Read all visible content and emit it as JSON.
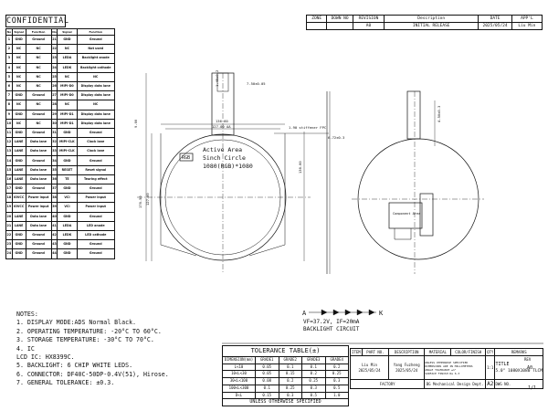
{
  "confidential": "CONFIDENTIAL",
  "revision_table": {
    "headers": [
      "ZONE",
      "DOWN NO",
      "REVISION",
      "Description",
      "DATE",
      "APP'L"
    ],
    "row": [
      "",
      "",
      "A0",
      "INITIAL RELEASE",
      "2025/05/24",
      "Liu Min"
    ]
  },
  "pin_table": {
    "headers": [
      "No",
      "Signal",
      "Function",
      "No",
      "Signal",
      "Function"
    ],
    "rows": [
      [
        "1",
        "GND",
        "Ground",
        "21",
        "GND",
        "Ground"
      ],
      [
        "2",
        "NC",
        "NC",
        "22",
        "NC",
        "Not used"
      ],
      [
        "3",
        "NC",
        "NC",
        "23",
        "LEDA",
        "Backlight anode"
      ],
      [
        "4",
        "NC",
        "NC",
        "24",
        "LEDK",
        "Backlight cathode"
      ],
      [
        "5",
        "NC",
        "NC",
        "25",
        "NC",
        "NC"
      ],
      [
        "6",
        "NC",
        "NC",
        "26",
        "MIPI-D0",
        "Display data lane"
      ],
      [
        "7",
        "GND",
        "Ground",
        "27",
        "MIPI-D0",
        "Display data lane"
      ],
      [
        "8",
        "NC",
        "NC",
        "28",
        "NC",
        "NC"
      ],
      [
        "9",
        "GND",
        "Ground",
        "29",
        "MIPI-D1",
        "Display data lane"
      ],
      [
        "10",
        "NC",
        "NC",
        "30",
        "MIPI-D1",
        "Display data lane"
      ],
      [
        "11",
        "GND",
        "Ground",
        "31",
        "GND",
        "Ground"
      ],
      [
        "12",
        "LANE",
        "Data lane",
        "32",
        "MIPI-CLK",
        "Clock lane"
      ],
      [
        "13",
        "LANE",
        "Data lane",
        "33",
        "MIPI-CLK",
        "Clock lane"
      ],
      [
        "14",
        "GND",
        "Ground",
        "34",
        "GND",
        "Ground"
      ],
      [
        "15",
        "LANE",
        "Data lane",
        "35",
        "RESET",
        "Reset signal"
      ],
      [
        "16",
        "LANE",
        "Data lane",
        "36",
        "TE",
        "Tearing effect"
      ],
      [
        "17",
        "GND",
        "Ground",
        "37",
        "GND",
        "Ground"
      ],
      [
        "18",
        "IOVCC",
        "Power input",
        "38",
        "VCI",
        "Power input"
      ],
      [
        "19",
        "IOVCC",
        "Power input",
        "39",
        "VCI",
        "Power input"
      ],
      [
        "20",
        "LANE",
        "Data lane",
        "40",
        "GND",
        "Ground"
      ],
      [
        "21",
        "LANE",
        "Data lane",
        "41",
        "LEDA",
        "LED anode"
      ],
      [
        "22",
        "GND",
        "Ground",
        "42",
        "LEDK",
        "LED cathode"
      ],
      [
        "23",
        "GND",
        "Ground",
        "43",
        "GND",
        "Ground"
      ],
      [
        "24",
        "GND",
        "Ground",
        "44",
        "GND",
        "Ground"
      ]
    ]
  },
  "drawing": {
    "active_area": "Active Area",
    "circle": "5inch Circle",
    "resolution": "1080(RGB)*1080",
    "rgb": "RGB",
    "component_area": "Component Area",
    "dim_outline": "136.60",
    "dim_aa": "127.00",
    "dim_aa2": "127.00 AA",
    "dim_height": "136.60",
    "dim_total": "176.50",
    "dim_fpc": "9.00",
    "dim_fpc_w": "7.50±0.05",
    "dim_side": "1.90 stiffener FPC",
    "dim_offset": "6.72±0.3",
    "dim_thick": "1.45±0.2",
    "dim_right": "4.50±0.3"
  },
  "backlight": {
    "a_label": "A",
    "k_label": "K",
    "vf": "VF=37.2V, IF=20mA",
    "title": "BACKLIGHT CIRCUIT"
  },
  "notes": {
    "title": "NOTES:",
    "items": [
      "1. DISPLAY MODE:ADS Normal Black.",
      "2. OPERATING TEMPERATURE: -20°C TO 60°C.",
      "3. STORAGE TEMPERATURE: -30°C TO 70°C.",
      "4. IC",
      "   LCD IC: HX8399C.",
      "5. BACKLIGHT: 6 CHIP WHITE LEDS.",
      "6. CONNECTOR: DF40C-50DP-0.4V(51), Hirose.",
      "7. GENERAL TOLERANCE: ±0.3."
    ]
  },
  "tolerance": {
    "title": "TOLERANCE TABLE(±)",
    "headers": [
      "DIMENSION(mm)",
      "GRADE1",
      "GRADE2",
      "GRADE3",
      "GRADE4"
    ],
    "rows": [
      [
        "L<10",
        "0.05",
        "0.1",
        "0.1",
        "0.2"
      ],
      [
        "10<L<30",
        "0.05",
        "0.15",
        "0.2",
        "0.25"
      ],
      [
        "30<L<100",
        "0.08",
        "0.2",
        "0.25",
        "0.3"
      ],
      [
        "100<L<300",
        "0.1",
        "0.25",
        "0.3",
        "0.5"
      ],
      [
        "D<L",
        "0.15",
        "0.3",
        "0.5",
        "1.0"
      ]
    ],
    "footer": "UNLESS OTHERWISE SPECIFIED"
  },
  "title_block": {
    "headers": [
      "ITEM",
      "PART NO.",
      "DESCRIPTION",
      "MATERIAL",
      "COLOR/FINISH",
      "QTY",
      "REMARKS"
    ],
    "drawn": "Liu Min",
    "checked": "Yang Fuzheng",
    "date1": "2025/05/24",
    "date2": "2025/05/24",
    "note_a": "UNLESS OTHERWISE SPECIFIED",
    "note_b": "DIMENSIONS ARE IN MILLIMETERS",
    "note_c": "ANGLE TOLERANCE ±1°",
    "note_d": "SURFACE FINISH Ra 6.3",
    "sheet": "1:1",
    "scale": "1:1",
    "factory_label": "FACTORY",
    "factory_code": "BG",
    "factory_name": "Mechanical Design Dept.",
    "size": "A2",
    "title_label": "TITLE",
    "title": "5.0\" 1080X1080 TLCM",
    "rev_label": "REV",
    "rev": "A0",
    "dwg_label": "DWG NO.",
    "sheet_label": "SHEET",
    "sheet_frac": "1/1"
  }
}
